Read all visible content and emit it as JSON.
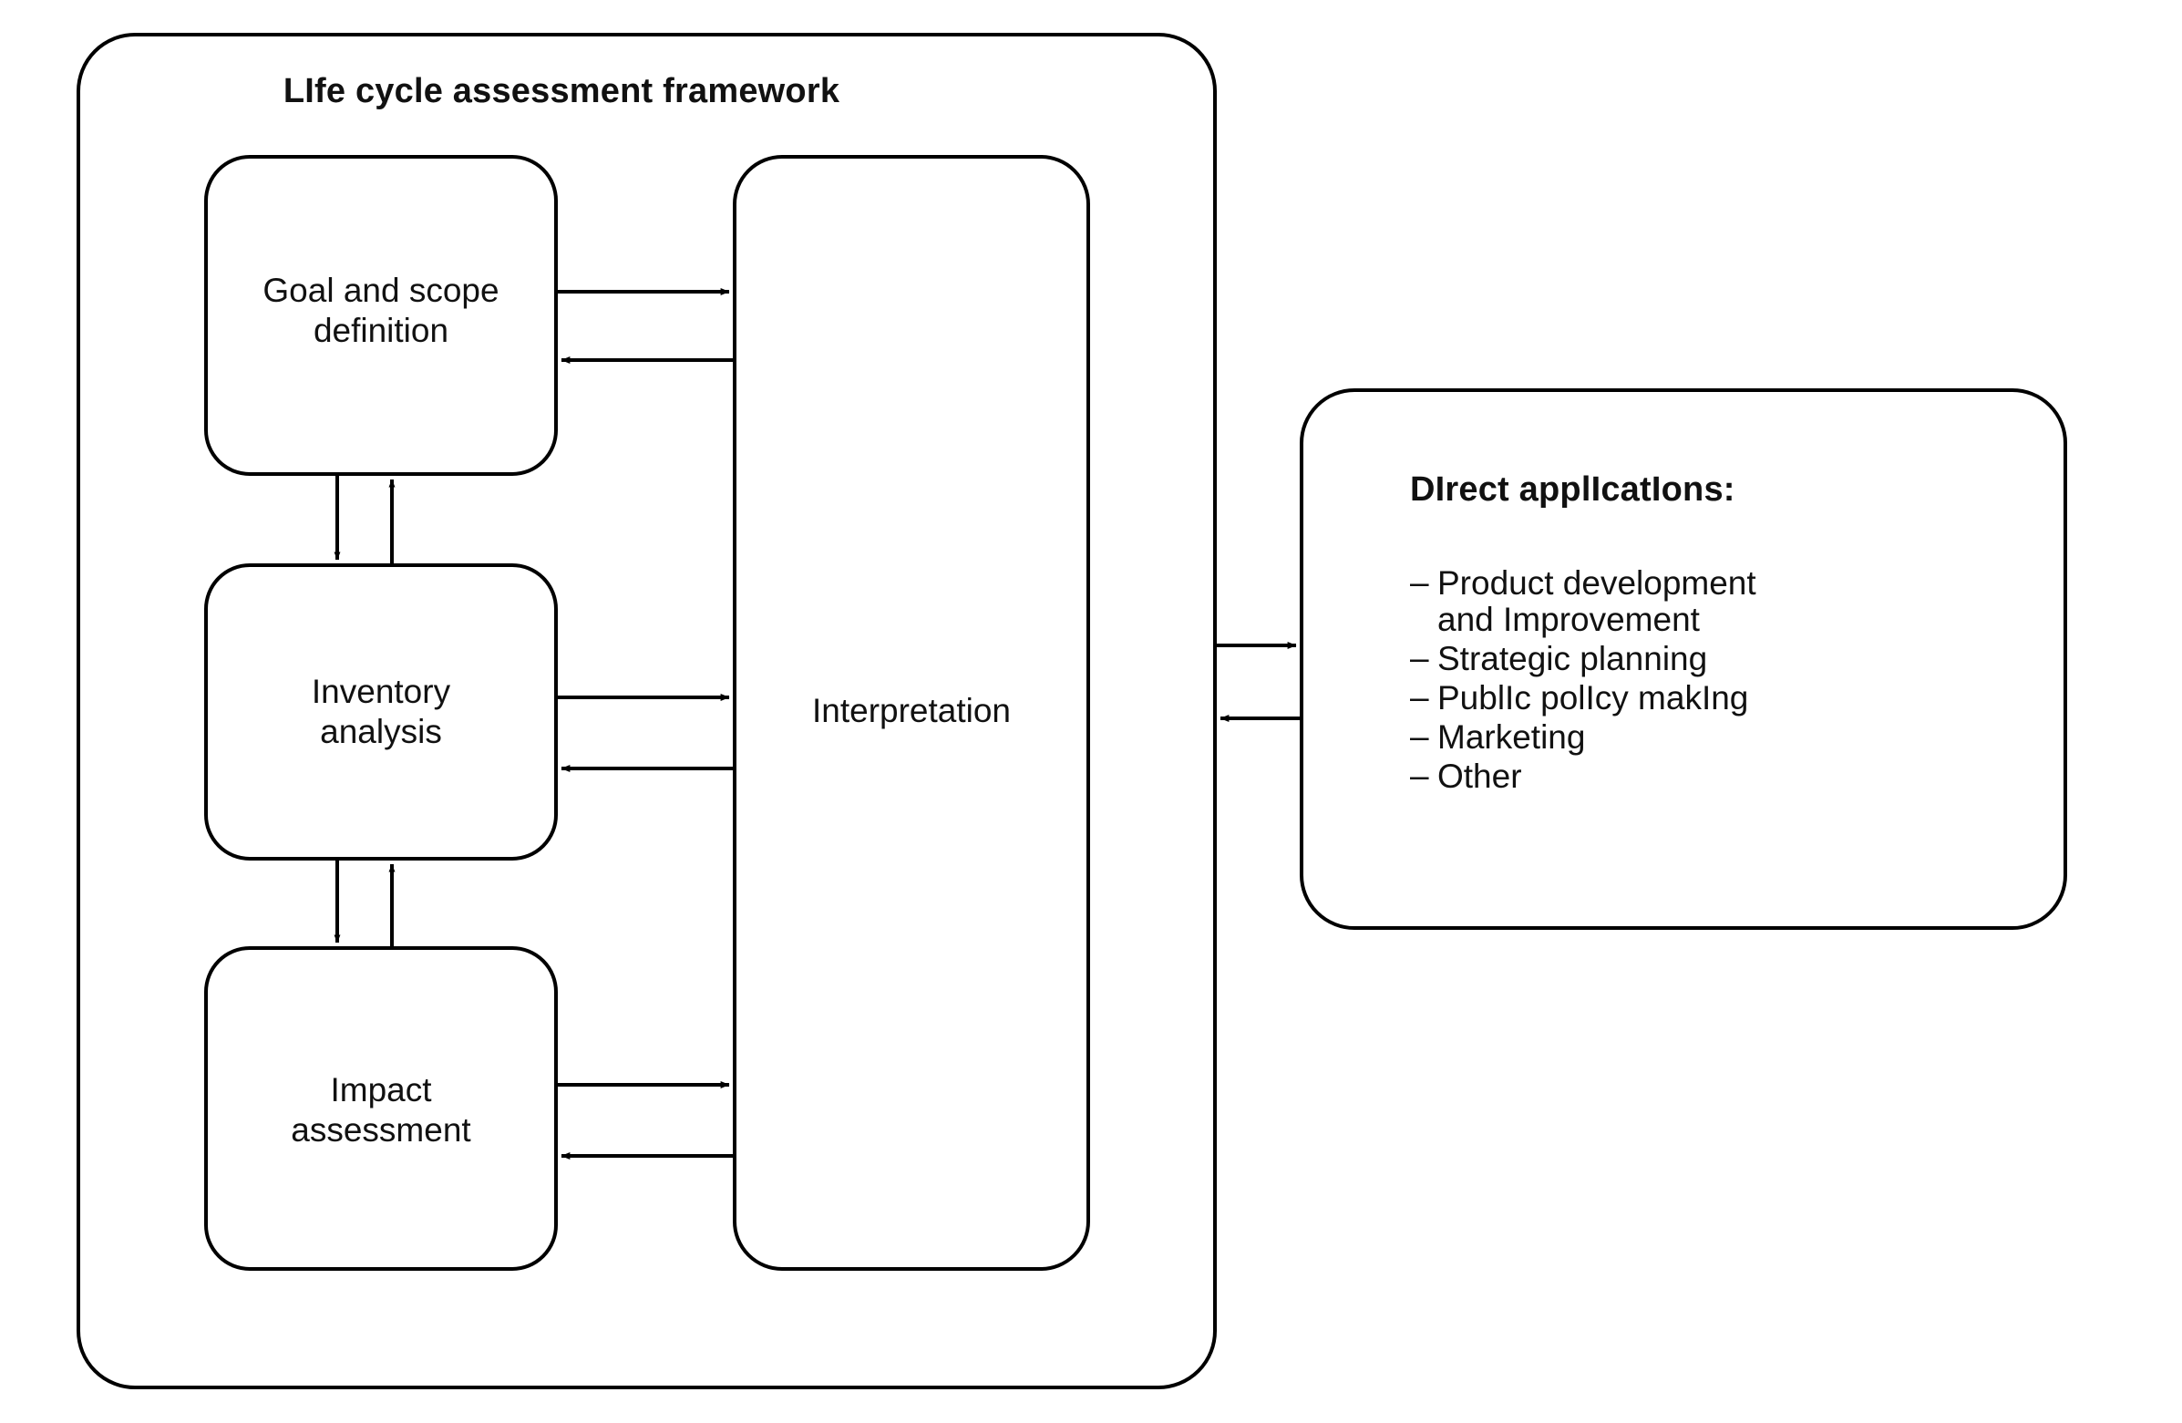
{
  "diagram": {
    "title": "LIfe cycle assessment framework",
    "stages": [
      {
        "id": "goal-and-scope-definition",
        "label": "Goal and scope\ndefinition"
      },
      {
        "id": "inventory-analysis",
        "label": "Inventory\nanalysis"
      },
      {
        "id": "impact-assessment",
        "label": "Impact\nassessment"
      }
    ],
    "interpretation": {
      "id": "interpretation",
      "label": "Interpretation"
    },
    "applications": {
      "title": "DIrect applIcatIons:",
      "dash": "–",
      "items": [
        "Product development\nand Improvement",
        "Strategic planning",
        "PublIc polIcy makIng",
        "Marketing",
        "Other"
      ]
    },
    "colors": {
      "stroke": "#000000",
      "arrow": "#1a1a1a",
      "text": "#111111",
      "background": "#ffffff"
    }
  }
}
